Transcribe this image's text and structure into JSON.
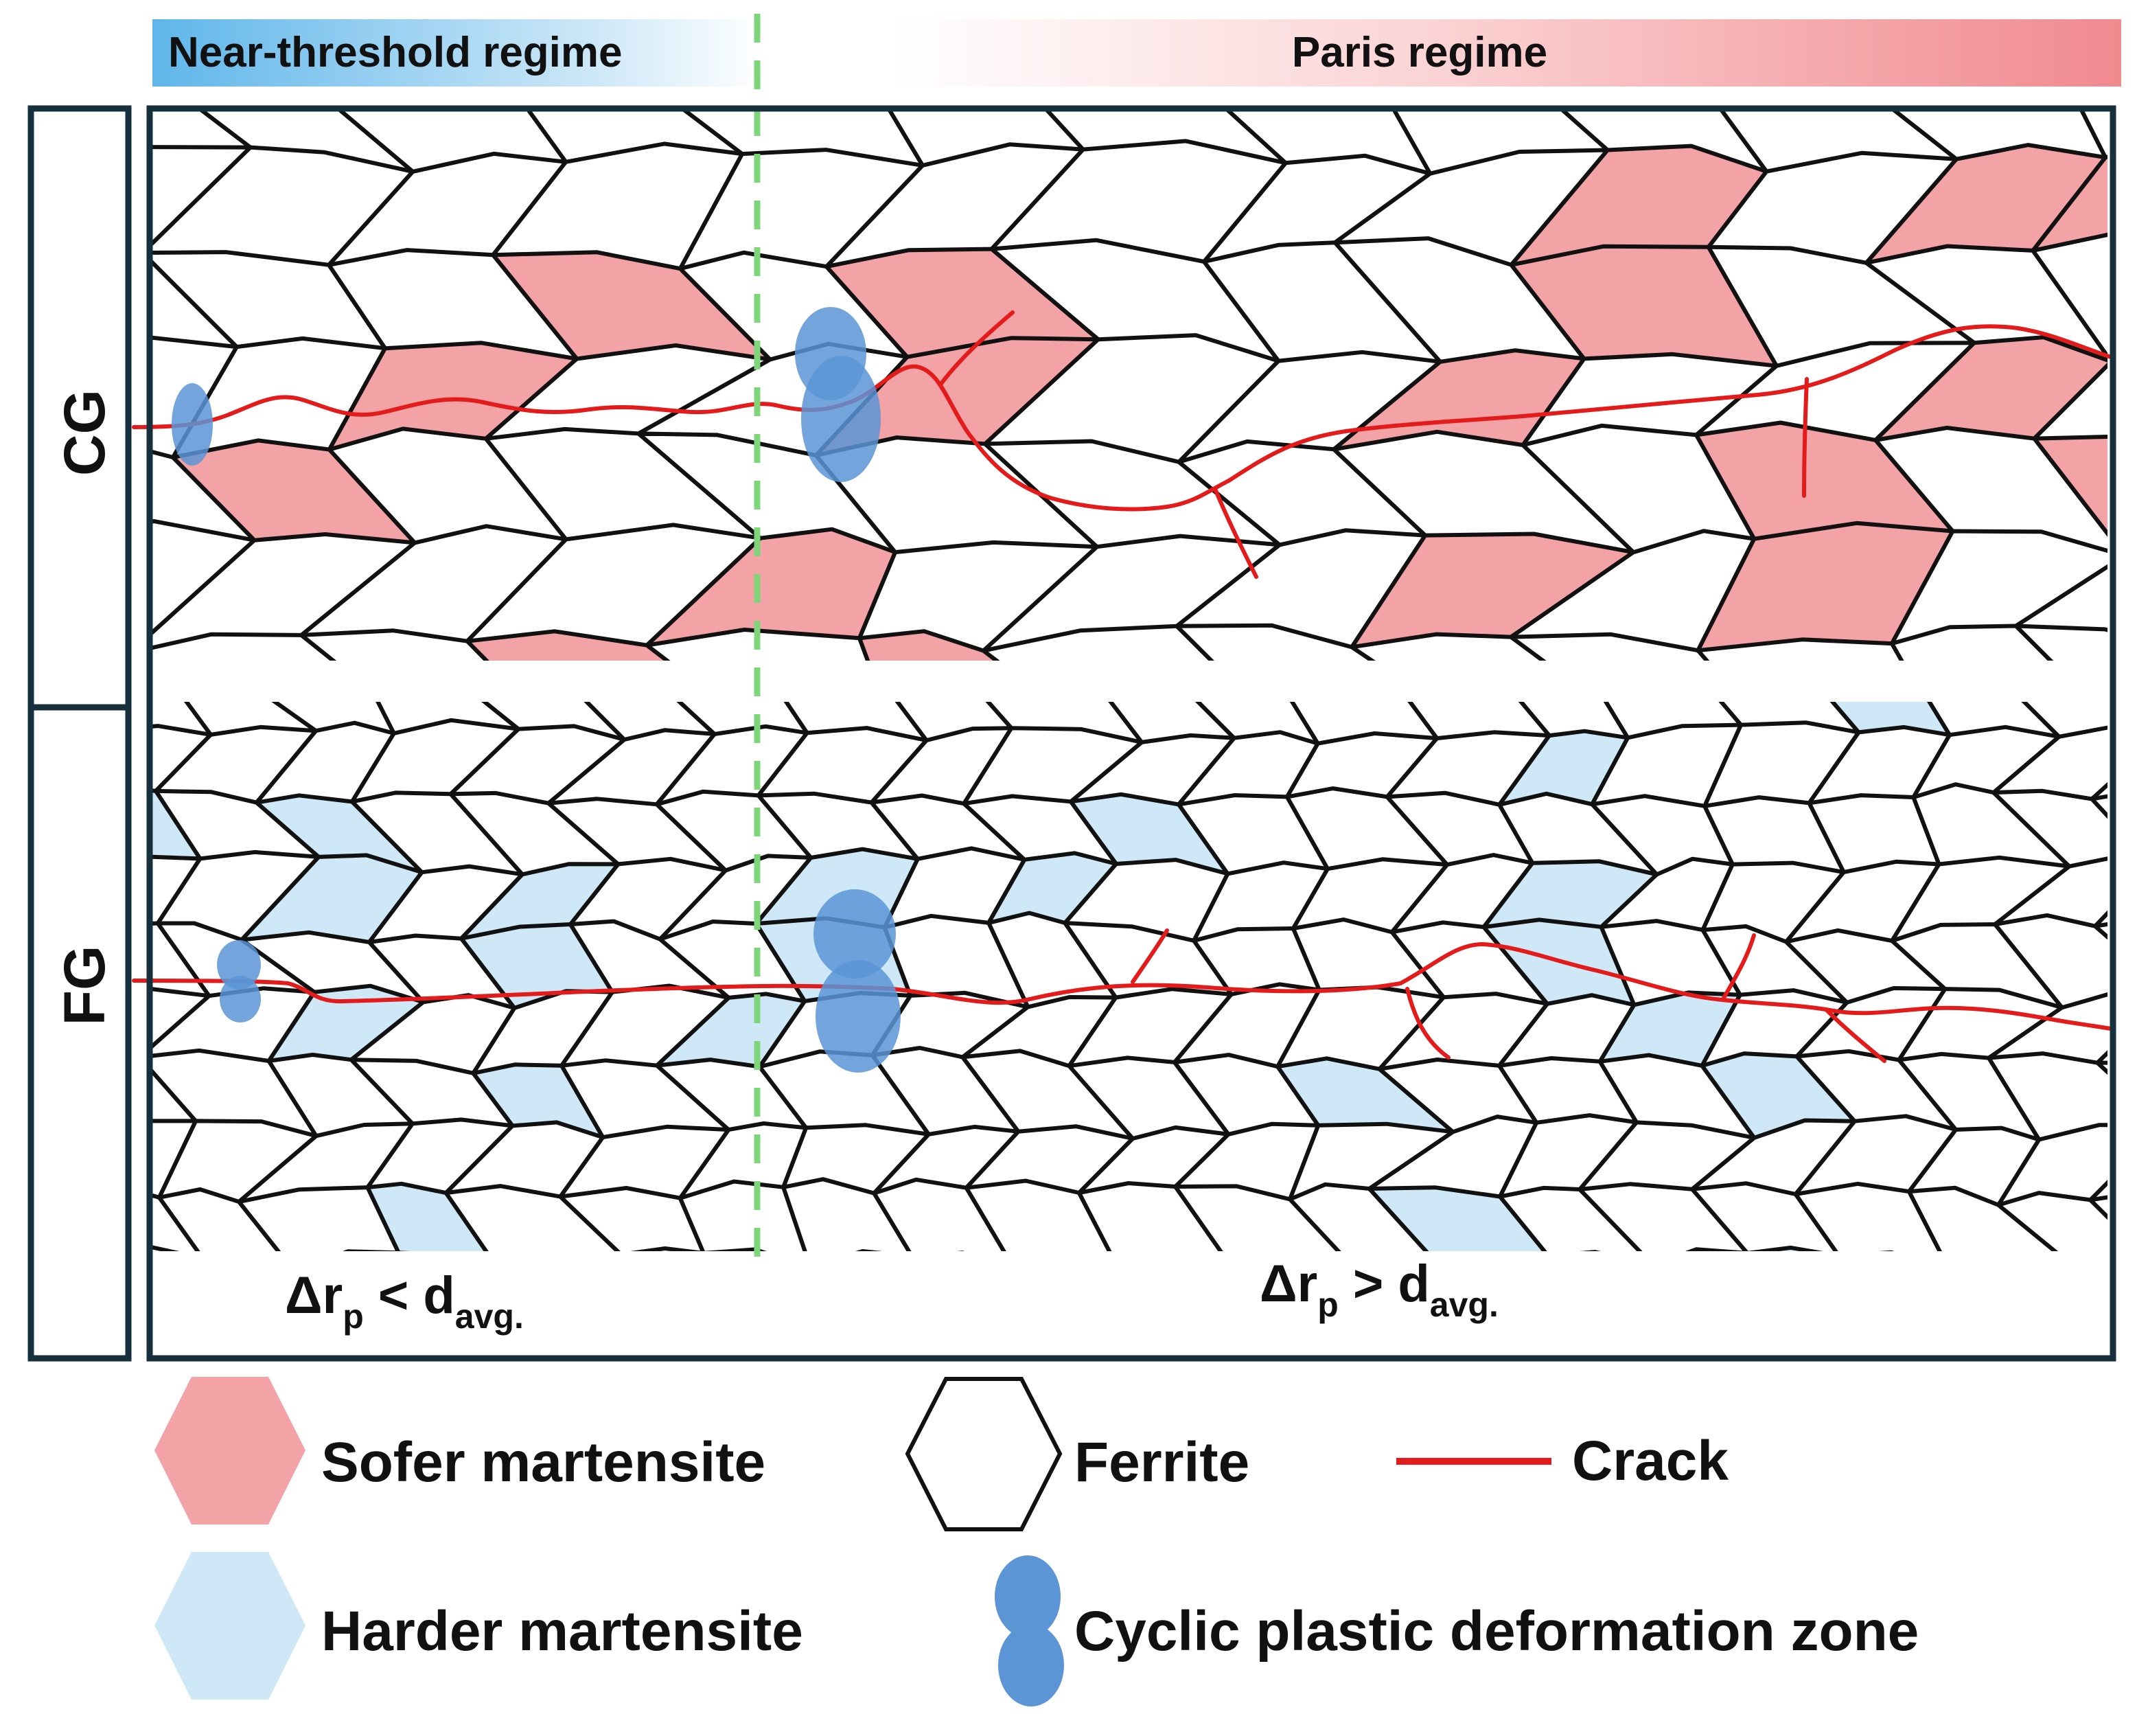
{
  "header": {
    "left_label": "Near-threshold regime",
    "right_label": "Paris regime"
  },
  "rows": [
    {
      "label": "CG"
    },
    {
      "label": "FG"
    }
  ],
  "annotations": {
    "left": {
      "main": "Δr",
      "sub1": "p",
      "mid": " < d",
      "sub2": "avg."
    },
    "right": {
      "main": "Δr",
      "sub1": "p",
      "mid": " > d",
      "sub2": "avg."
    }
  },
  "legend": {
    "softer_martensite": "Sofer martensite",
    "ferrite": "Ferrite",
    "crack": "Crack",
    "harder_martensite": "Harder martensite",
    "cyclic_zone": "Cyclic plastic deformation zone"
  },
  "colors": {
    "softer_martensite": "#f3a3a6",
    "harder_martensite": "#cfe8f7",
    "crack": "#e41b1b",
    "zone": "#5b95d6",
    "divider": "#7fd67a",
    "frame": "#16313d",
    "grain_line": "#111111",
    "header_left": "#5fb6ea",
    "header_right": "#f08a8f"
  }
}
